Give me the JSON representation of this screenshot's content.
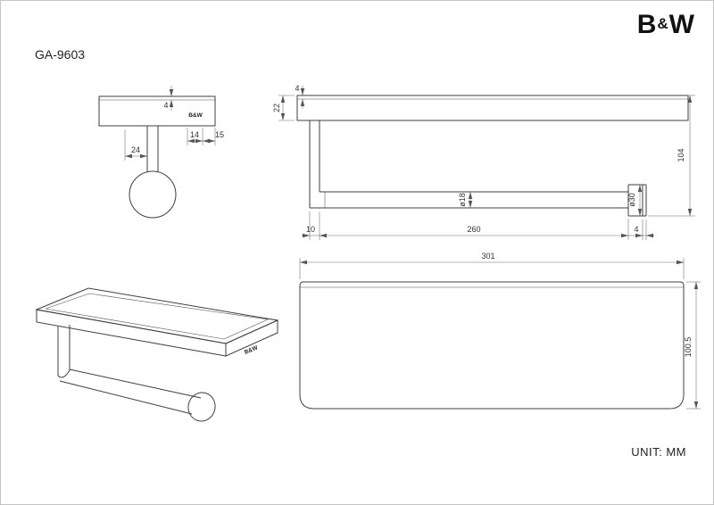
{
  "model": "GA-9603",
  "brand": {
    "b": "B",
    "amp": "&",
    "w": "W"
  },
  "unit_note": "UNIT: MM",
  "side_view": {
    "logo": "B&W",
    "dim_glass_thickness": "4",
    "dim_hook_depth": "14",
    "dim_edge": "15",
    "dim_post_offset": "24"
  },
  "front_view": {
    "dim_shelf_height": "22",
    "dim_glass_thickness": "4",
    "dim_overall_height": "104",
    "dim_bar_diameter": "ø18",
    "dim_flange_diameter": "ø30",
    "dim_left_offset": "10",
    "dim_bar_length": "260",
    "dim_plate_thickness": "4"
  },
  "iso_view": {
    "logo": "B&W"
  },
  "top_view": {
    "dim_width": "301",
    "dim_depth": "100.5"
  }
}
